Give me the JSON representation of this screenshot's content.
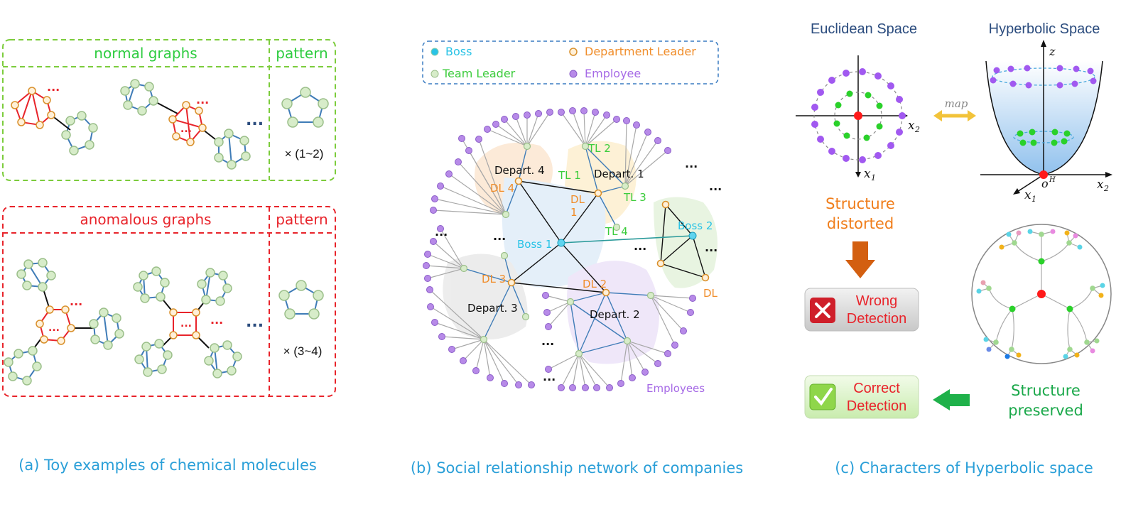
{
  "panel_a": {
    "normal_header": "normal graphs",
    "normal_pattern": "pattern",
    "normal_count": "× (1~2)",
    "anomalous_header": "anomalous graphs",
    "anomalous_pattern": "pattern",
    "anomalous_count": "× (3~4)",
    "ellipsis": "...",
    "caption": "(a) Toy examples of chemical molecules",
    "colors": {
      "green": "#7ccc3c",
      "red": "#e8242b",
      "node_fill": "#d7ecc9",
      "edge_blue": "#3f7cb7"
    }
  },
  "panel_b": {
    "legend": {
      "boss": "Boss",
      "department_leader": "Department Leader",
      "team_leader": "Team Leader",
      "employee": "Employee"
    },
    "labels": {
      "boss1": "Boss 1",
      "boss2": "Boss 2",
      "depart1": "Depart. 1",
      "depart2": "Depart. 2",
      "depart3": "Depart. 3",
      "depart4": "Depart. 4",
      "dl1_a": "DL",
      "dl1_b": "1",
      "dl2": "DL 2",
      "dl3": "DL 3",
      "dl4": "DL 4",
      "dl": "DL",
      "tl1": "TL 1",
      "tl2": "TL 2",
      "tl3": "TL 3",
      "tl4": "TL 4",
      "employees": "Employees",
      "ellipsis": "..."
    },
    "caption": "(b) Social relationship network of companies",
    "colors": {
      "boss": "#29c3e6",
      "dl": "#f08d2a",
      "tl": "#3ccc3c",
      "employee": "#a66ae6"
    }
  },
  "panel_c": {
    "euclidean_title": "Euclidean Space",
    "hyperbolic_title": "Hyperbolic Space",
    "map_label": "map",
    "axis_x1": "x",
    "axis_x2": "x",
    "sub_1": "1",
    "sub_2": "2",
    "axis_z": "z",
    "origin": "o",
    "origin_sup": "H",
    "distorted_1": "Structure",
    "distorted_2": "distorted",
    "wrong_1": "Wrong",
    "wrong_2": "Detection",
    "correct_1": "Correct",
    "correct_2": "Detection",
    "preserved_1": "Structure",
    "preserved_2": "preserved",
    "caption": "(c) Characters of Hyperbolic space",
    "colors": {
      "title": "#2b4c7e",
      "orange": "#f07d1a",
      "green": "#1aa84a",
      "purple": "#a159f0",
      "node_green": "#2ad12a",
      "root": "#ff1a1a"
    }
  }
}
